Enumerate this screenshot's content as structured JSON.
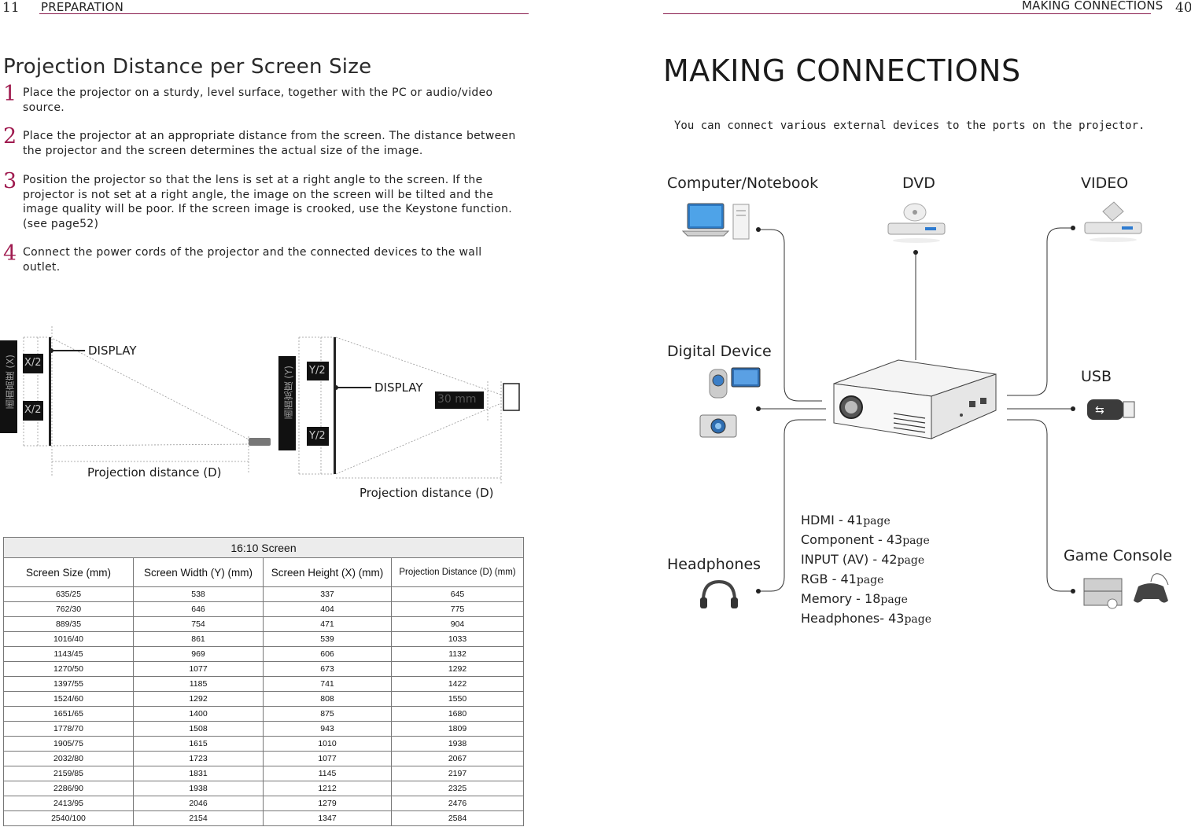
{
  "left_page": {
    "page_number": "11",
    "header": "PREPARATION",
    "title": "Projection Distance per Screen Size",
    "steps": [
      {
        "num": "1",
        "text": "Place the projector on a sturdy, level surface, together with the PC or audio/video source."
      },
      {
        "num": "2",
        "text": "Place the projector at an appropriate distance from the screen. The distance between the projector and the screen determines the actual size of the image."
      },
      {
        "num": "3",
        "text": "Position the projector so that the lens is set at a right angle to the screen. If the projector is not set at a right angle, the image on the screen will be tilted and the image quality will be poor. If the screen image is crooked, use the Keystone function. (see page52)"
      },
      {
        "num": "4",
        "text": "Connect the power cords of the projector and the connected devices to the wall outlet."
      }
    ],
    "diagram": {
      "display_label_1": "DISPLAY",
      "display_label_2": "DISPLAY",
      "x_half_top": "X/2",
      "x_half_bottom": "X/2",
      "y_half_top": "Y/2",
      "y_half_bottom": "Y/2",
      "height_vertical_label": "画面高度 (X)",
      "width_vertical_label": "画面宽度 (Y)",
      "offset_label": "30 mm",
      "distance_label_1": "Projection distance (D)",
      "distance_label_2": "Projection distance (D)"
    },
    "table": {
      "caption": "16:10 Screen",
      "headers": [
        "Screen Size (mm)",
        "Screen Width (Y) (mm)",
        "Screen Height (X) (mm)",
        "Projection Distance (D) (mm)"
      ],
      "rows": [
        [
          "635/25",
          "538",
          "337",
          "645"
        ],
        [
          "762/30",
          "646",
          "404",
          "775"
        ],
        [
          "889/35",
          "754",
          "471",
          "904"
        ],
        [
          "1016/40",
          "861",
          "539",
          "1033"
        ],
        [
          "1143/45",
          "969",
          "606",
          "1132"
        ],
        [
          "1270/50",
          "1077",
          "673",
          "1292"
        ],
        [
          "1397/55",
          "1185",
          "741",
          "1422"
        ],
        [
          "1524/60",
          "1292",
          "808",
          "1550"
        ],
        [
          "1651/65",
          "1400",
          "875",
          "1680"
        ],
        [
          "1778/70",
          "1508",
          "943",
          "1809"
        ],
        [
          "1905/75",
          "1615",
          "1010",
          "1938"
        ],
        [
          "2032/80",
          "1723",
          "1077",
          "2067"
        ],
        [
          "2159/85",
          "1831",
          "1145",
          "2197"
        ],
        [
          "2286/90",
          "1938",
          "1212",
          "2325"
        ],
        [
          "2413/95",
          "2046",
          "1279",
          "2476"
        ],
        [
          "2540/100",
          "2154",
          "1347",
          "2584"
        ]
      ]
    }
  },
  "right_page": {
    "page_number": "40",
    "header": "MAKING CONNECTIONS",
    "title": "MAKING CONNECTIONS",
    "intro": "You can connect various external devices to the ports on the projector.",
    "devices": {
      "computer": "Computer/Notebook",
      "dvd": "DVD",
      "video": "VIDEO",
      "digital": "Digital Device",
      "usb": "USB",
      "headphones": "Headphones",
      "game": "Game Console"
    },
    "references": [
      {
        "label": "HDMI",
        "sep": " - ",
        "num": "41",
        "page": "page"
      },
      {
        "label": "Component",
        "sep": " - ",
        "num": "43",
        "page": "page"
      },
      {
        "label": "INPUT (AV)",
        "sep": " - ",
        "num": "42",
        "page": "page"
      },
      {
        "label": "RGB",
        "sep": " - ",
        "num": "41",
        "page": "page"
      },
      {
        "label": "Memory",
        "sep": " - ",
        "num": "18",
        "page": "page"
      },
      {
        "label": "Headphones",
        "sep": "- ",
        "num": "43",
        "page": "page"
      }
    ]
  },
  "colors": {
    "accent": "#a01c50",
    "rule": "#8a1c4e",
    "table_border": "#777777"
  }
}
